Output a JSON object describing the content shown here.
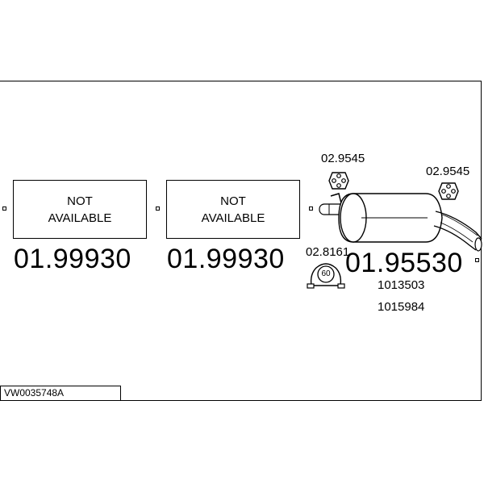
{
  "sections": [
    {
      "line1": "NOT",
      "line2": "AVAILABLE",
      "code": "01.99930"
    },
    {
      "line1": "NOT",
      "line2": "AVAILABLE",
      "code": "01.99930"
    },
    {
      "code": "01.95530",
      "alt_codes": [
        "1013503",
        "1015984"
      ]
    }
  ],
  "parts": {
    "hanger_left": "02.9545",
    "hanger_right": "02.9545",
    "clamp": "02.8161",
    "clamp_size": "60"
  },
  "reference": "VW0035748A"
}
